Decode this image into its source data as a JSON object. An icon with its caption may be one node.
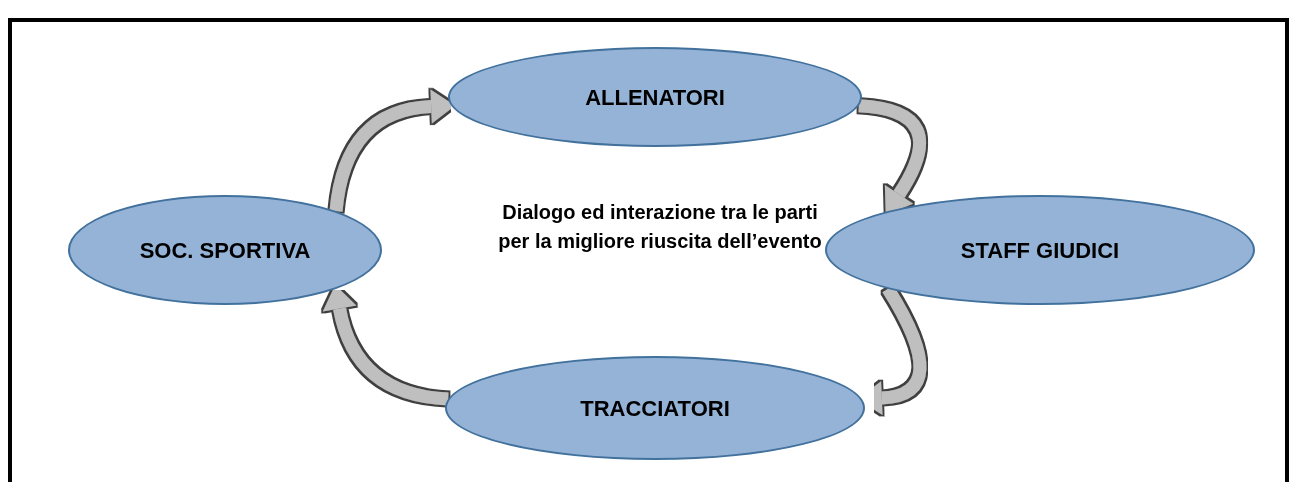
{
  "diagram": {
    "nodes": [
      {
        "text": [
          "ALLENATORI"
        ]
      },
      {
        "text": [
          "SOC. SPORTIVA"
        ]
      },
      {
        "text": [
          "STAFF GIUDICI"
        ]
      },
      {
        "text": [
          "TRACCIATORI"
        ]
      }
    ],
    "edges": [
      {
        "from": 1,
        "to": 0,
        "arrow": "to"
      },
      {
        "from": 0,
        "to": 2,
        "arrow": "to"
      },
      {
        "from": 2,
        "to": 3,
        "arrow": "to"
      },
      {
        "from": 3,
        "to": 1,
        "arrow": "to"
      }
    ],
    "labels": [
      "Dialogo ed interazione tra le parti per la migliore riuscita dell’evento"
    ]
  }
}
